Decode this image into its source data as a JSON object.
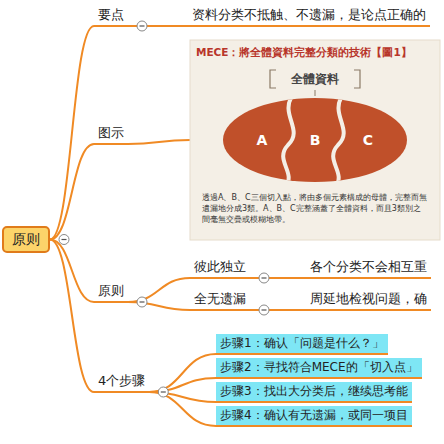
{
  "diagram": {
    "nodes": [
      {
        "text": [
          "原则"
        ]
      },
      {
        "text": [
          "要点"
        ]
      },
      {
        "text": [
          "资料分类不抵触、不遗漏，是论点正确的"
        ]
      },
      {
        "text": [
          "图示"
        ]
      },
      {
        "text": [
          "MECE：將全體資料完整分類的技術【圖1】",
          "透過A、B、C三個切入點，將由多個元素構成的母體，完整而無遺漏地分成3類。A、B、C完整涵蓋了全體資料，而且3類別之間毫無交疊或模糊地帶。"
        ]
      },
      {
        "text": [
          "原则"
        ]
      },
      {
        "text": [
          "彼此独立"
        ]
      },
      {
        "text": [
          "各个分类不会相互重"
        ]
      },
      {
        "text": [
          "全无遗漏"
        ]
      },
      {
        "text": [
          "周延地检视问题，确"
        ]
      },
      {
        "text": [
          "4个步骤"
        ]
      },
      {
        "text": [
          "步骤1：确认「问题是什么？」"
        ]
      },
      {
        "text": [
          "步骤2：寻找符合MECE的「切入点」"
        ]
      },
      {
        "text": [
          "步骤3：找出大分类后，继续思考能"
        ]
      },
      {
        "text": [
          "步骤4：确认有无遗漏，或同一项目"
        ]
      }
    ],
    "edges": [
      {
        "from": 0,
        "to": 1,
        "arrow": "none"
      },
      {
        "from": 1,
        "to": 2,
        "arrow": "none"
      },
      {
        "from": 0,
        "to": 3,
        "arrow": "none"
      },
      {
        "from": 3,
        "to": 4,
        "arrow": "none"
      },
      {
        "from": 0,
        "to": 5,
        "arrow": "none"
      },
      {
        "from": 5,
        "to": 6,
        "arrow": "none"
      },
      {
        "from": 6,
        "to": 7,
        "arrow": "none"
      },
      {
        "from": 5,
        "to": 8,
        "arrow": "none"
      },
      {
        "from": 8,
        "to": 9,
        "arrow": "none"
      },
      {
        "from": 0,
        "to": 10,
        "arrow": "none"
      },
      {
        "from": 10,
        "to": 11,
        "arrow": "none"
      },
      {
        "from": 10,
        "to": 12,
        "arrow": "none"
      },
      {
        "from": 10,
        "to": 13,
        "arrow": "none"
      },
      {
        "from": 10,
        "to": 14,
        "arrow": "none"
      }
    ],
    "labels": [
      "全體資料",
      "A",
      "B",
      "C"
    ]
  }
}
